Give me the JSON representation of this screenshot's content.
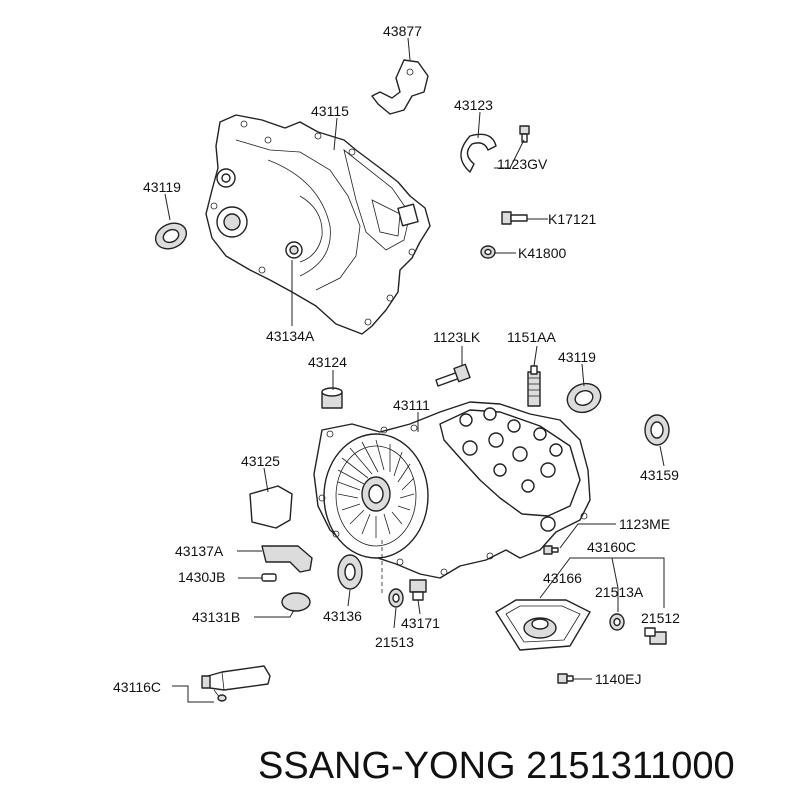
{
  "diagram": {
    "labels": {
      "l43877": "43877",
      "l43115": "43115",
      "l43123": "43123",
      "l1123GV": "1123GV",
      "l43119a": "43119",
      "lK17121": "K17121",
      "lK41800": "K41800",
      "l43134A": "43134A",
      "l1123LK": "1123LK",
      "l1151AA": "1151AA",
      "l43119b": "43119",
      "l43124": "43124",
      "l43111": "43111",
      "l43159": "43159",
      "l43125": "43125",
      "l1123ME": "1123ME",
      "l43160C": "43160C",
      "l43137A": "43137A",
      "l43166": "43166",
      "l21513A": "21513A",
      "l1430JB": "1430JB",
      "l21512": "21512",
      "l43131B": "43131B",
      "l43136": "43136",
      "l43171": "43171",
      "l21513": "21513",
      "l43116C": "43116C",
      "l1140EJ": "1140EJ"
    },
    "caption": "SSANG-YONG 2151311000",
    "colors": {
      "line": "#222222",
      "fill": "#dcdcdc",
      "dark": "#9a9a9a",
      "background": "#ffffff"
    }
  }
}
